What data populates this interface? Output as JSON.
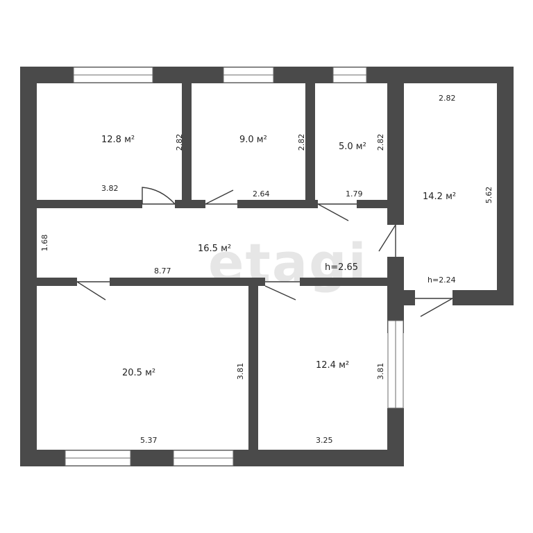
{
  "colors": {
    "wall": "#4a4a4a",
    "background": "#ffffff",
    "watermark": "#e6e6e6"
  },
  "watermark": "etagi",
  "rooms": [
    {
      "id": "room-a",
      "area": "12.8 м²",
      "width": "3.82",
      "depth": "2.82"
    },
    {
      "id": "room-b",
      "area": "9.0 м²",
      "width": "2.64",
      "depth": "2.82"
    },
    {
      "id": "room-c",
      "area": "5.0 м²",
      "width": "1.79",
      "depth": "2.82"
    },
    {
      "id": "room-d",
      "area": "14.2 м²",
      "width": "2.82",
      "depth": "5.62",
      "height": "h=2.24"
    },
    {
      "id": "corridor",
      "area": "16.5 м²",
      "width": "8.77",
      "depth": "1.68",
      "height": "h=2.65"
    },
    {
      "id": "room-e",
      "area": "20.5 м²",
      "width": "5.37",
      "depth": "3.81"
    },
    {
      "id": "room-f",
      "area": "12.4 м²",
      "width": "3.25",
      "depth": "3.81"
    }
  ]
}
